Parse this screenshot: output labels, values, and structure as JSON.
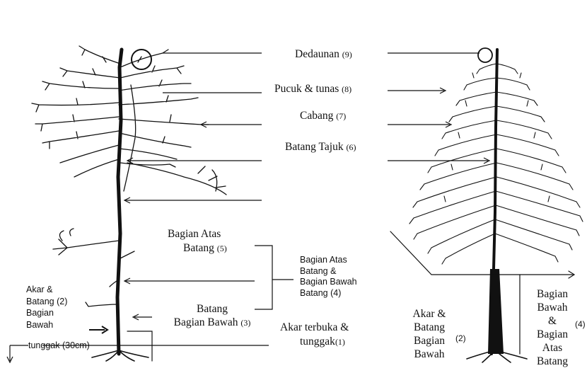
{
  "labels": {
    "dedaunan": "Dedaunan",
    "dedaunan_num": "(9)",
    "pucuk": "Pucuk & tunas",
    "pucuk_num": "(8)",
    "cabang": "Cabang",
    "cabang_num": "(7)",
    "batang_tajuk": "Batang Tajuk",
    "batang_tajuk_num": "(6)",
    "bagian_atas_batang_l1": "Bagian Atas",
    "bagian_atas_batang_l2": "Batang",
    "bagian_atas_batang_num": "(5)",
    "combined_l1": "Bagian Atas",
    "combined_l2": "Batang &",
    "combined_l3": "Bagian Bawah",
    "combined_l4": "Batang (4)",
    "batang_bagian_bawah_l1": "Batang",
    "batang_bagian_bawah_l2": "Bagian Bawah",
    "batang_bagian_bawah_num": "(3)",
    "akar_terbuka_l1": "Akar terbuka &",
    "akar_terbuka_l2": "tunggak",
    "akar_terbuka_num": "(1)",
    "left_akar_l1": "Akar &",
    "left_akar_l2": "Batang (2)",
    "left_akar_l3": "Bagian",
    "left_akar_l4": "Bawah",
    "tunggak": "tunggak (30cm)",
    "right_akar_l1": "Akar &",
    "right_akar_l2": "Batang",
    "right_akar_l3": "Bagian",
    "right_akar_l4": "Bawah",
    "right_akar_num": "(2)",
    "right_bawah_l1": "Bagian",
    "right_bawah_l2": "Bawah",
    "right_bawah_l3": "&",
    "right_bawah_l4": "Bagian",
    "right_bawah_l5": "Atas",
    "right_bawah_l6": "Batang",
    "right_bawah_num": "(4)"
  },
  "colors": {
    "ink": "#111111",
    "background": "#ffffff"
  }
}
